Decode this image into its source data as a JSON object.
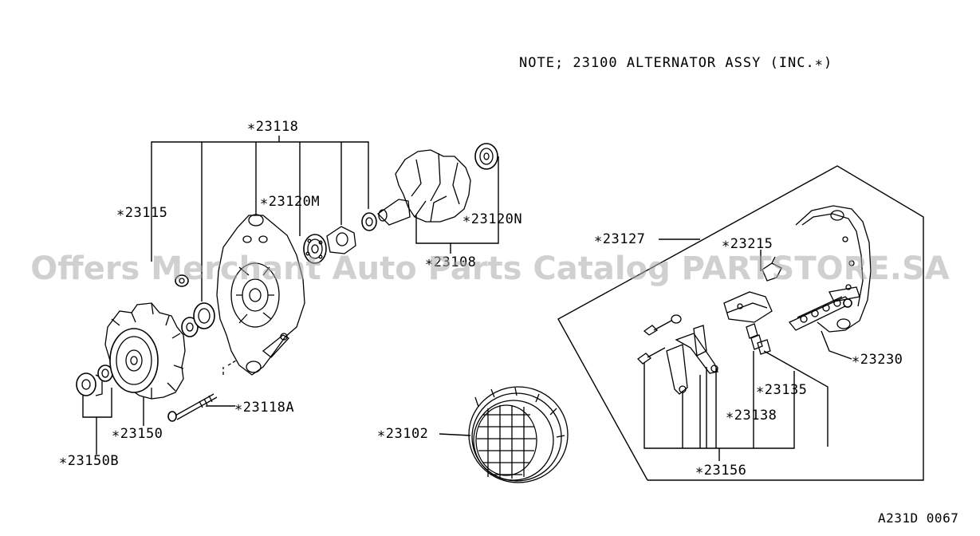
{
  "note": "NOTE; 23100  ALTERNATOR ASSY (INC.∗)",
  "diagram_code": "A231D 0067",
  "watermark": "Offers Merchant Auto Parts Catalog PARTSTORE.SA",
  "callouts": {
    "p23118": "∗23118",
    "p23115": "∗23115",
    "p23120M": "∗23120M",
    "p23120N": "∗23120N",
    "p23108": "∗23108",
    "p23118A": "∗23118A",
    "p23150": "∗23150",
    "p23150B": "∗23150B",
    "p23102": "∗23102",
    "p23127": "∗23127",
    "p23215": "∗23215",
    "p23230": "∗23230",
    "p23135": "∗23135",
    "p23138": "∗23138",
    "p23156": "∗23156"
  }
}
